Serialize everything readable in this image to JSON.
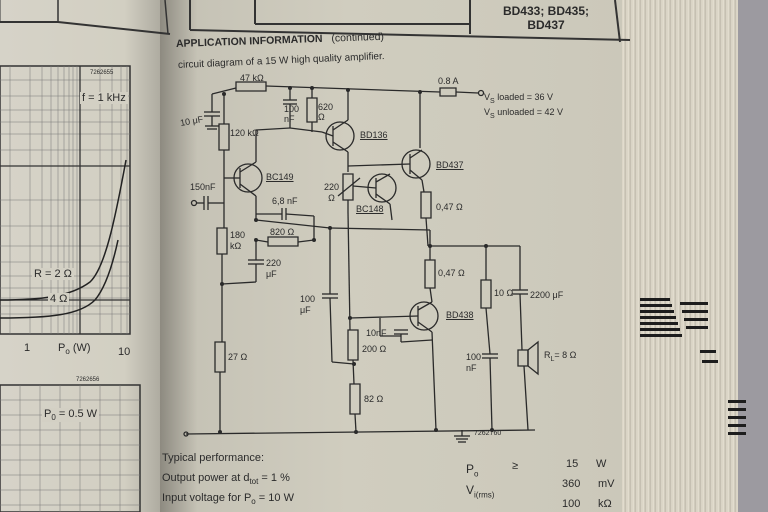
{
  "header": {
    "part_numbers": "BD433; BD435; BD437"
  },
  "section": {
    "title": "APPLICATION INFORMATION",
    "continued": "(continued)",
    "caption": "circuit diagram of a 15 W high quality amplifier."
  },
  "left_graph": {
    "ref_top": "7262655",
    "freq_label": "f = 1 kHz",
    "curve_label_1": "R = 2 Ω",
    "curve_label_2": "4 Ω",
    "x_tick_1": "1",
    "x_axis_label": "P",
    "x_axis_sub": "o",
    "x_axis_unit": "(W)",
    "x_tick_10": "10",
    "ref_bottom": "7262656",
    "power_label": "P",
    "power_sub": "0",
    "power_value": "= 0.5 W"
  },
  "circuit": {
    "ref": "7262760",
    "supply_loaded": "V",
    "supply_sub": "S",
    "supply_loaded_val": "loaded = 36 V",
    "supply_unloaded_val": "unloaded = 42  V",
    "fuse": "0.8 A",
    "r47k": "47 kΩ",
    "c10u": "10 μF",
    "c100n_top_1": "100",
    "c100n_top_2": "nF",
    "r620_1": "620",
    "r620_2": "Ω",
    "bd136": "BD136",
    "r120k": "120 kΩ",
    "bd437": "BD437",
    "bc149": "BC149",
    "c150n": "150nF",
    "pot220_1": "220",
    "pot220_2": "Ω",
    "bc148": "BC148",
    "r047_top": "0,47 Ω",
    "c6n8": "6,8 nF",
    "r180k_1": "180",
    "r180k_2": "kΩ",
    "r820": "820 Ω",
    "c220u_1": "220",
    "c220u_2": "μF",
    "r047_bot": "0,47 Ω",
    "r10": "10 Ω",
    "c2200u": "2200 μF",
    "c100u_1": "100",
    "c100u_2": "μF",
    "c10n": "10nF",
    "r200": "200 Ω",
    "bd438": "BD438",
    "r27": "27 Ω",
    "c100n_bot_1": "100",
    "c100n_bot_2": "nF",
    "rl": "R",
    "rl_sub": "L",
    "rl_val": "= 8 Ω",
    "r82": "82 Ω"
  },
  "performance": {
    "heading": "Typical performance:",
    "rows": [
      {
        "label": "Output power at d",
        "sub": "tot",
        "label_tail": "= 1 %",
        "sym": "P",
        "sym_sub": "o",
        "rel": "≥",
        "value": "15",
        "unit": "W"
      },
      {
        "label": "Input voltage for P",
        "sub": "o",
        "label_tail": "= 10 W",
        "sym": "V",
        "sym_sub": "i(rms)",
        "rel": "",
        "value": "360",
        "unit": "mV"
      },
      {
        "label": "",
        "sub": "",
        "label_tail": "",
        "sym": "",
        "sym_sub": "",
        "rel": "",
        "value": "100",
        "unit": "kΩ"
      }
    ]
  }
}
